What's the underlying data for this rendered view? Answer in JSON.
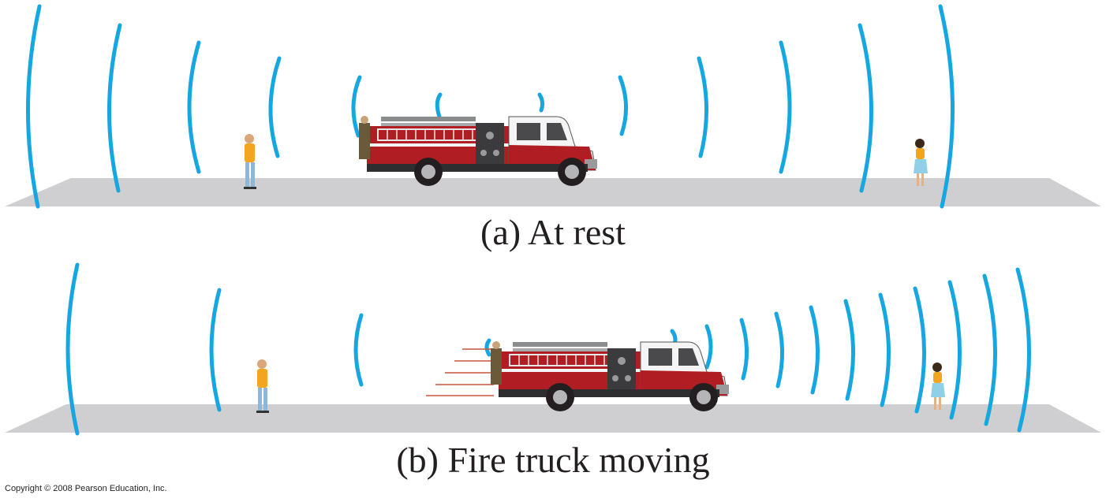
{
  "panel_a": {
    "caption": "(a) At rest"
  },
  "panel_b": {
    "caption": "(b) Fire truck moving"
  },
  "copyright": "Copyright © 2008 Pearson Education, Inc.",
  "colors": {
    "wavefront": "#17a7e0",
    "road": "#cfcfd1",
    "truck_red": "#b01e23",
    "truck_white": "#f4f4f4",
    "motion_lines": "#c8553a"
  }
}
